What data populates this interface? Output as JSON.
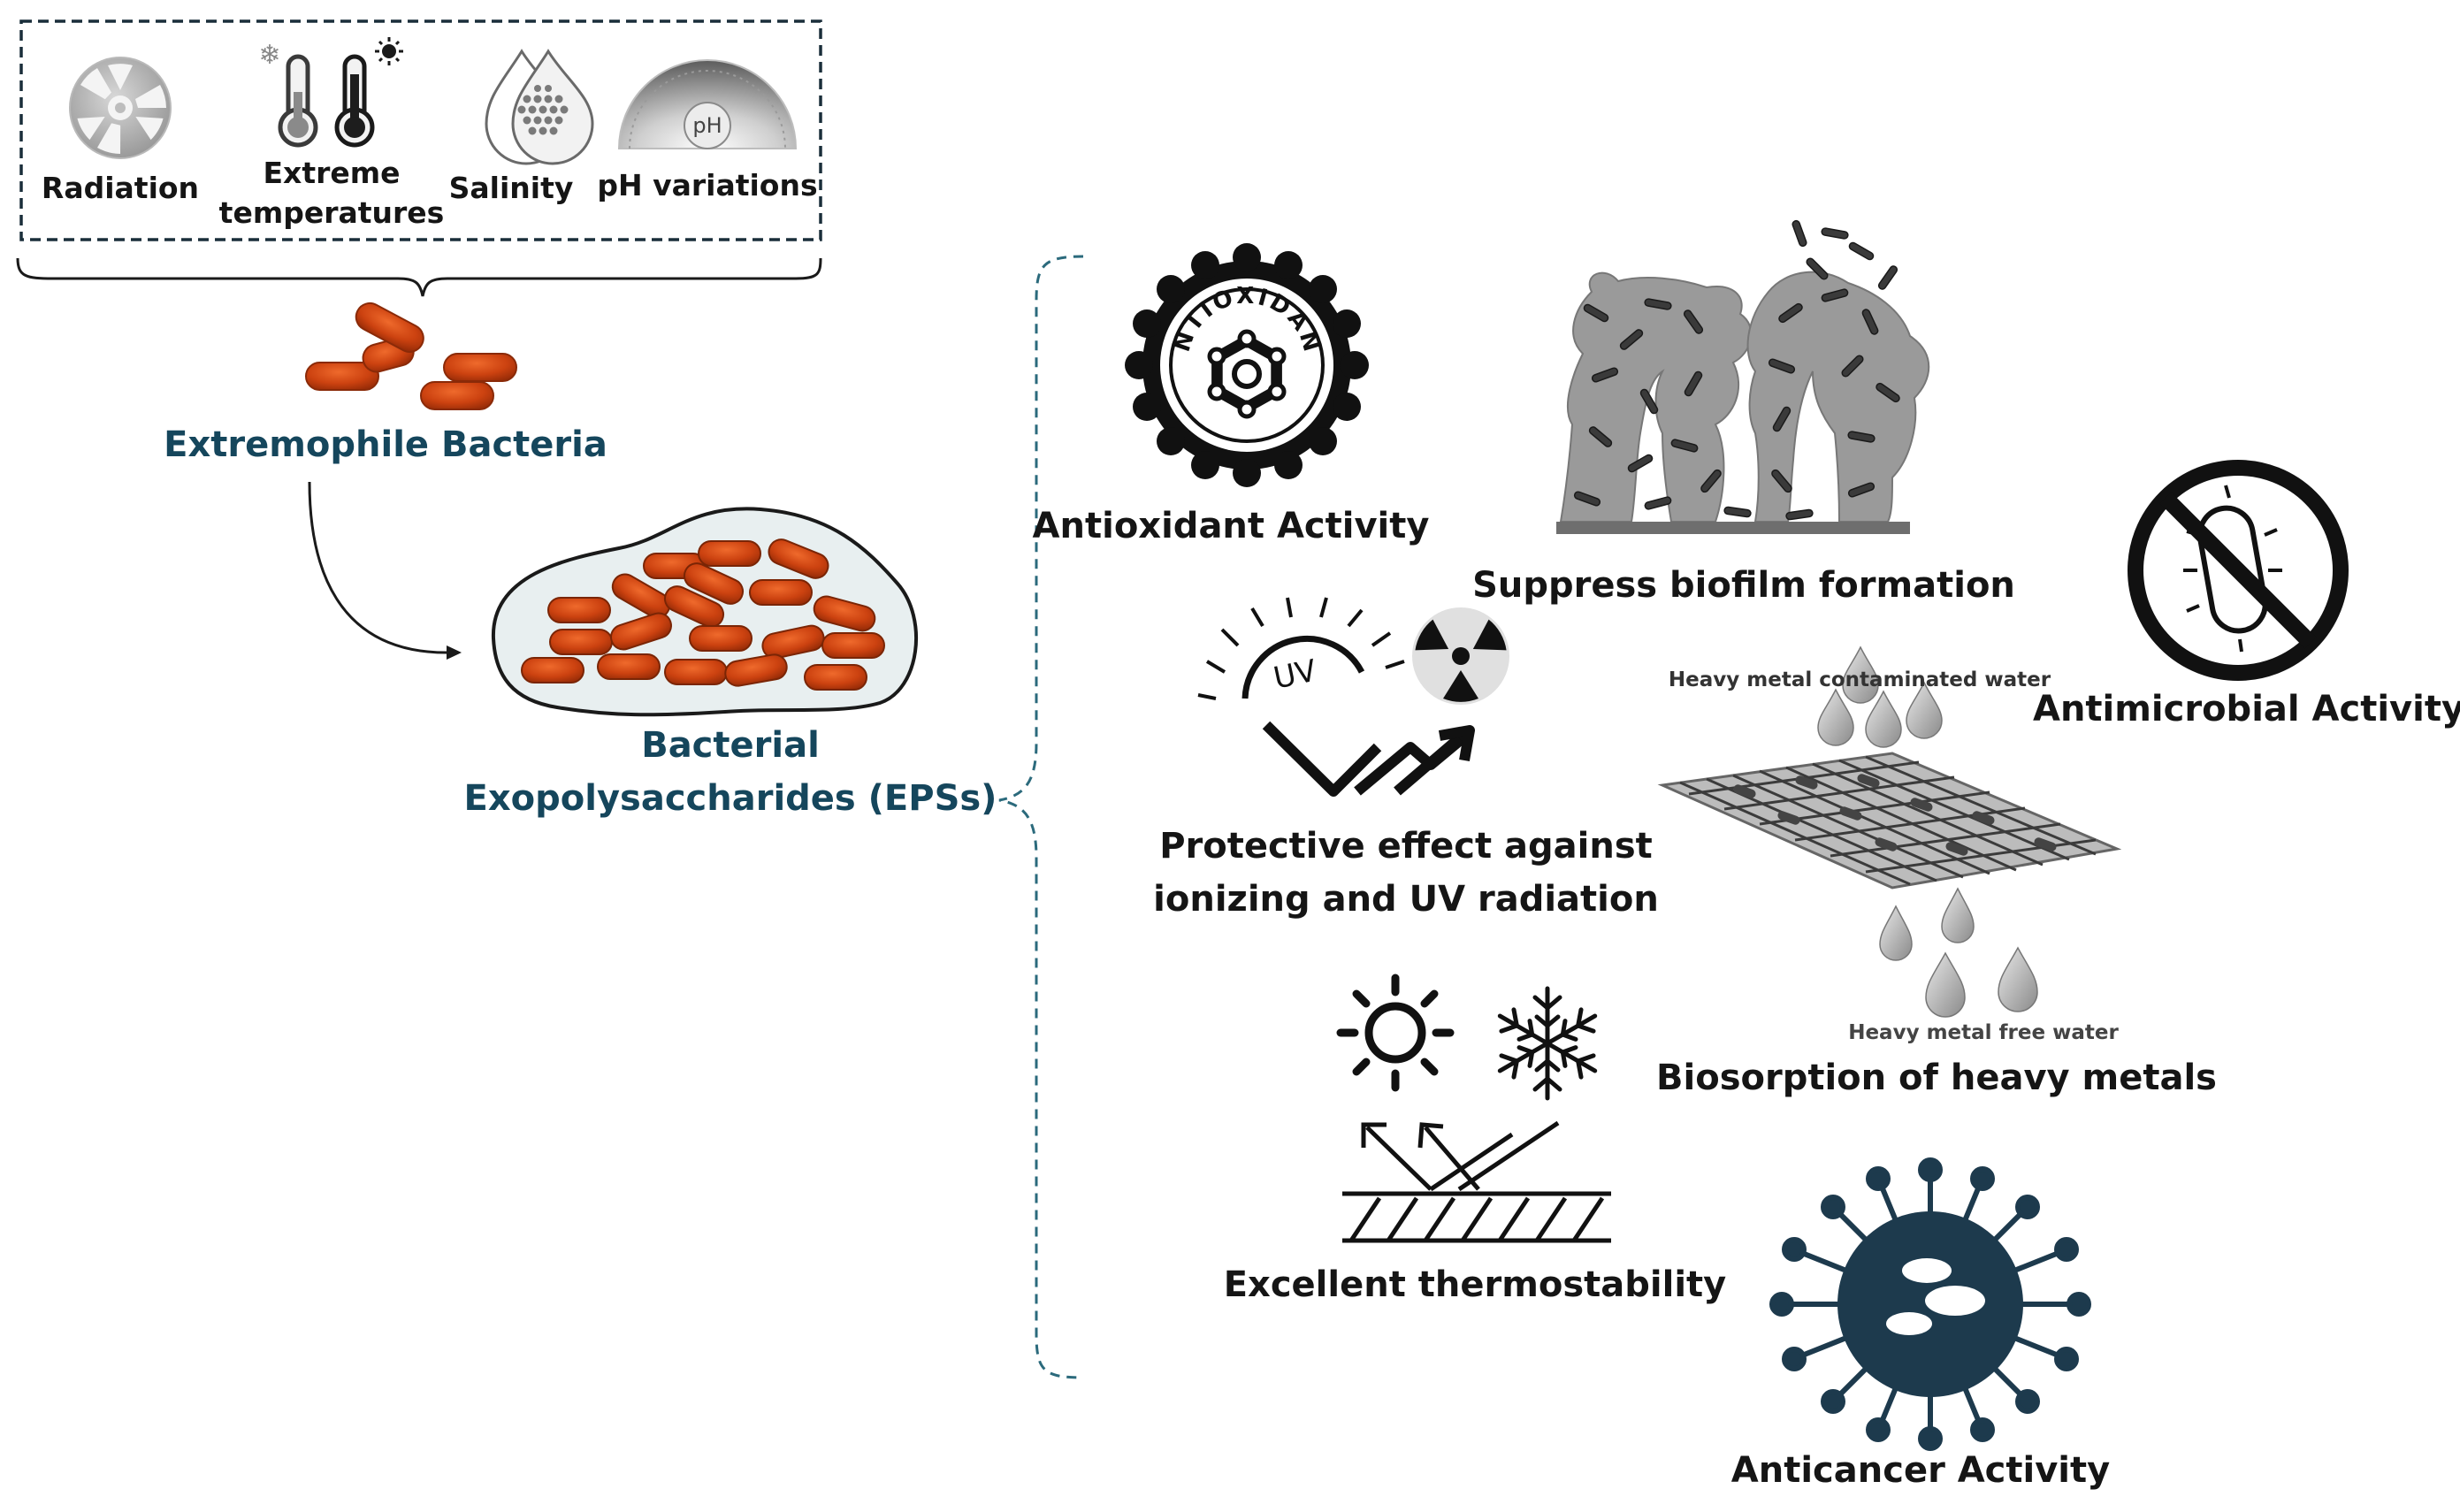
{
  "stressors": {
    "radiation": "Radiation",
    "temperatures_line1": "Extreme",
    "temperatures_line2": "temperatures",
    "salinity": "Salinity",
    "ph_variations": "pH variations",
    "ph_icon_text": "pH"
  },
  "bacteria_label": "Extremophile Bacteria",
  "eps_label_line1": "Bacterial",
  "eps_label_line2": "Exopolysaccharides (EPSs)",
  "activities": {
    "antioxidant": "Antioxidant Activity",
    "antioxidant_badge": "ANTIOXIDANT",
    "biofilm": "Suppress biofilm formation",
    "antimicrobial": "Antimicrobial Activity",
    "uv_line1": "Protective effect against",
    "uv_line2": "ionizing and UV radiation",
    "uv_icon_text": "UV",
    "heavy_metal_top": "Heavy metal contaminated water",
    "heavy_metal_bottom": "Heavy metal free water",
    "biosorption": "Biosorption of heavy metals",
    "thermostability": "Excellent thermostability",
    "anticancer": "Anticancer Activity"
  },
  "colors": {
    "title_blue": "#15465c",
    "bacteria_orange": "#c9420f",
    "virus_navy": "#1d3a4d",
    "dashed_teal": "#2b6a7c"
  }
}
